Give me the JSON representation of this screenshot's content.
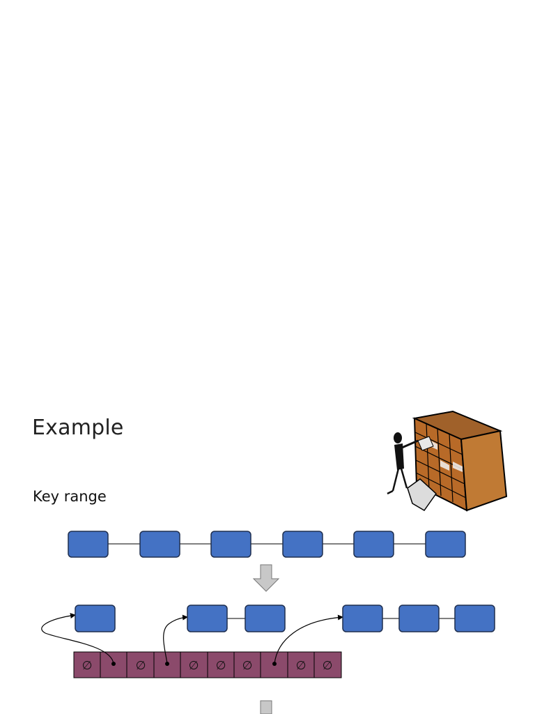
{
  "slide": {
    "title": "Example",
    "subtitle": "Key range"
  },
  "diagram": {
    "bucket_symbol": "∅",
    "colors": {
      "node_fill": "#4472C4",
      "node_stroke": "#1f2f4f",
      "bucket_fill": "#8B4A6B",
      "arrow_fill": "#c8c8c8"
    },
    "top_chain_node_count": 6,
    "bucket_count": 10,
    "occupied_buckets": [
      1,
      3,
      7
    ],
    "bucket_chain_lengths": [
      1,
      2,
      3
    ],
    "illustration": "person-filing-in-pigeonhole-cabinet"
  }
}
